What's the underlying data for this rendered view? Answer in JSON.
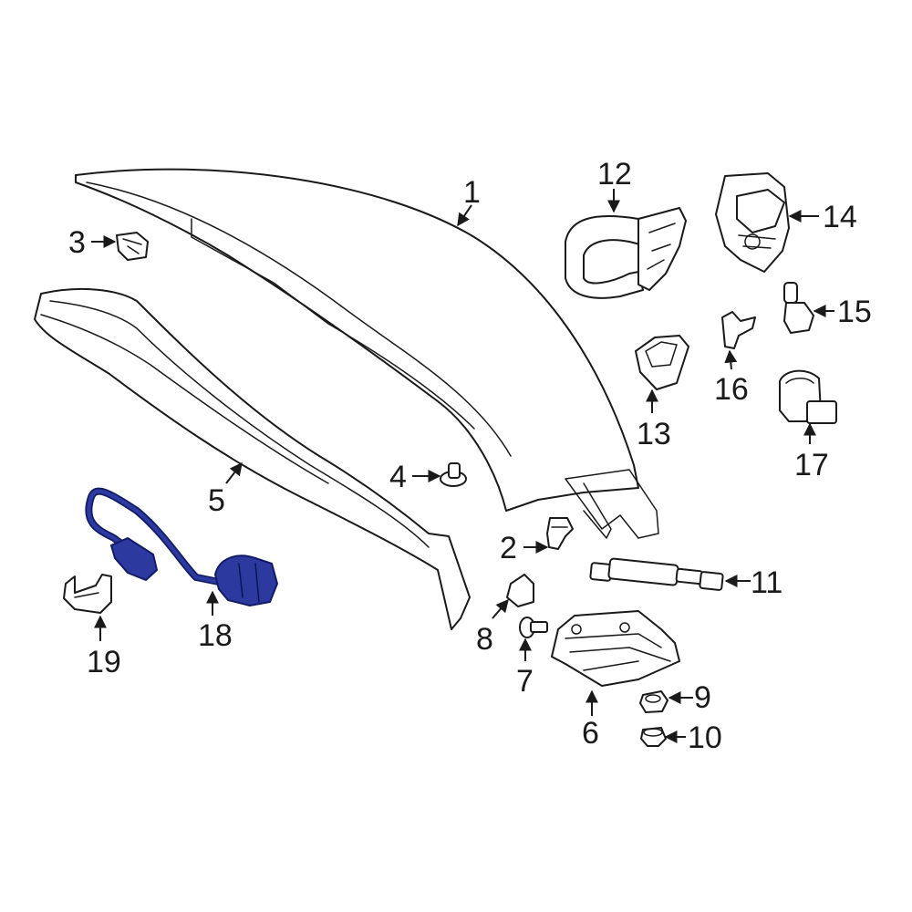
{
  "callouts": {
    "c1": "1",
    "c2": "2",
    "c3": "3",
    "c4": "4",
    "c5": "5",
    "c6": "6",
    "c7": "7",
    "c8": "8",
    "c9": "9",
    "c10": "10",
    "c11": "11",
    "c12": "12",
    "c13": "13",
    "c14": "14",
    "c15": "15",
    "c16": "16",
    "c17": "17",
    "c18": "18",
    "c19": "19"
  },
  "colors": {
    "highlight": "#2c3aa0",
    "line": "#1a1a1a",
    "background": "#ffffff"
  },
  "highlighted_part": "18"
}
